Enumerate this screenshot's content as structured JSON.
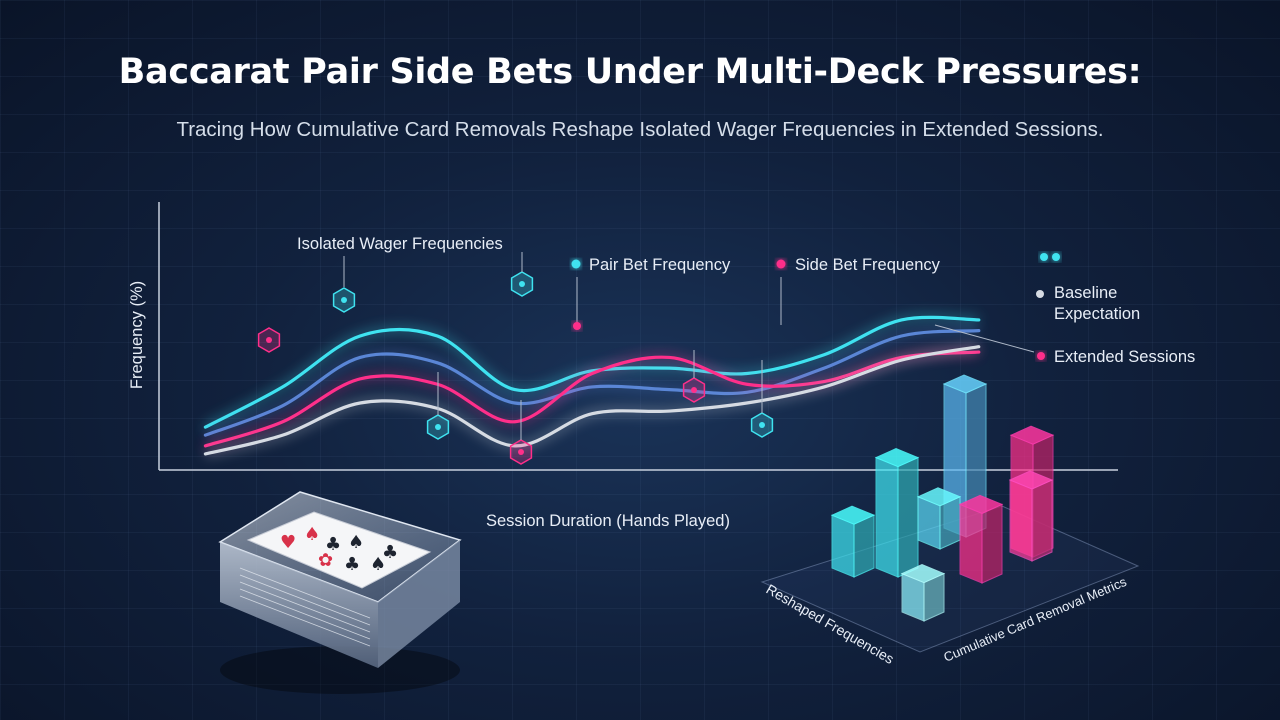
{
  "title": "Baccarat Pair Side Bets Under Multi-Deck Pressures:",
  "subtitle": "Tracing How Cumulative Card Removals Reshape Isolated Wager Frequencies in Extended Sessions.",
  "colors": {
    "cyan": "#3fe3f0",
    "blue": "#5a86d6",
    "magenta": "#ff2f8a",
    "white": "#d6dbe3"
  },
  "chart_data": [
    {
      "type": "line",
      "title": "",
      "xlabel": "Session Duration (Hands Played)",
      "ylabel": "Frequency (%)",
      "x": [
        0,
        1,
        2,
        3,
        4,
        5,
        6,
        7,
        8,
        9,
        10
      ],
      "xlim": [
        -0.6,
        11.8
      ],
      "ylim": [
        0,
        10
      ],
      "grid": true,
      "series": [
        {
          "name": "Pair Bet Frequency",
          "color": "#3fe3f0",
          "values": [
            1.6,
            3.1,
            5.0,
            5.0,
            3.0,
            3.7,
            3.8,
            3.6,
            4.3,
            5.6,
            5.6
          ]
        },
        {
          "name": "",
          "color": "#5a86d6",
          "values": [
            1.3,
            2.4,
            4.2,
            4.0,
            2.5,
            3.1,
            3.0,
            2.9,
            3.8,
            5.0,
            5.2
          ]
        },
        {
          "name": "Side Bet Frequency",
          "color": "#ff2f8a",
          "values": [
            0.9,
            1.8,
            3.4,
            3.2,
            1.8,
            3.6,
            4.2,
            3.2,
            3.3,
            4.2,
            4.4
          ]
        },
        {
          "name": "Baseline Expectation",
          "color": "#d6dbe3",
          "values": [
            0.6,
            1.3,
            2.5,
            2.3,
            0.9,
            2.1,
            2.2,
            2.5,
            3.1,
            4.1,
            4.6
          ]
        }
      ],
      "annotations": [
        {
          "text": "Isolated Wager Frequencies"
        },
        {
          "text": "Extended Sessions"
        }
      ]
    },
    {
      "type": "bar",
      "title": "",
      "xlabel": "Reshaped Frequencies",
      "ylabel": "Cumulative Card Removal Metrics",
      "values": [
        2.2,
        4.6,
        1.8,
        6.0,
        2.9,
        4.7,
        1.6,
        3.0
      ],
      "colors": [
        "#3fe3f0",
        "#3fe3f0",
        "#5ad8f5",
        "#5ab7f0",
        "#ff2f8a",
        "#ff2f8a",
        "#8ef3ff",
        "#ff3e9a"
      ]
    }
  ]
}
